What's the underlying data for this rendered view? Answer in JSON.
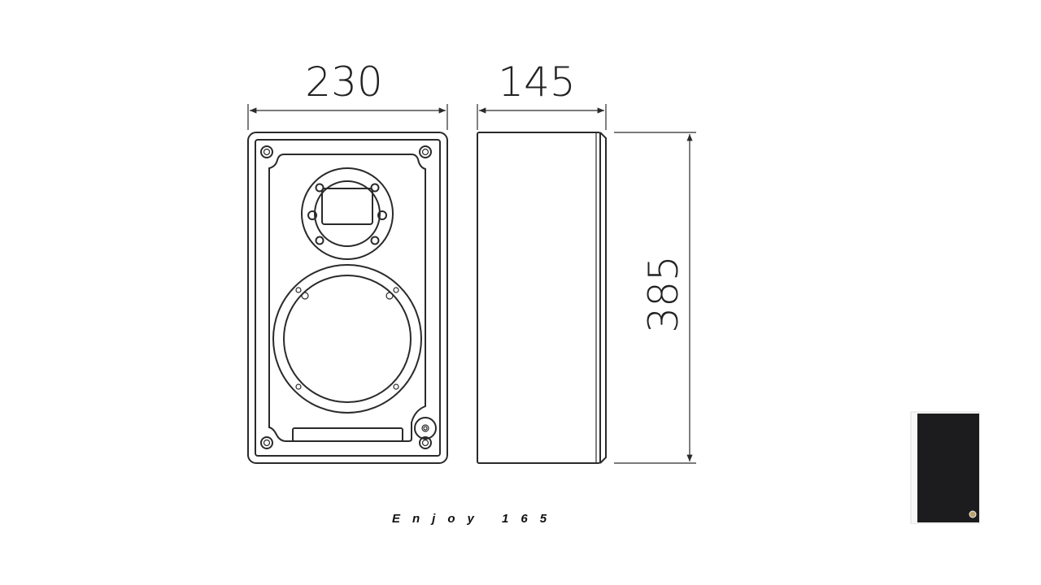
{
  "dimensions": {
    "width": "230",
    "depth": "145",
    "height": "385"
  },
  "caption": "Enjoy 165",
  "colors": {
    "line": "#2a2a2a",
    "grille": "#1c1c1e",
    "cabinet": "#f4f4f4"
  }
}
